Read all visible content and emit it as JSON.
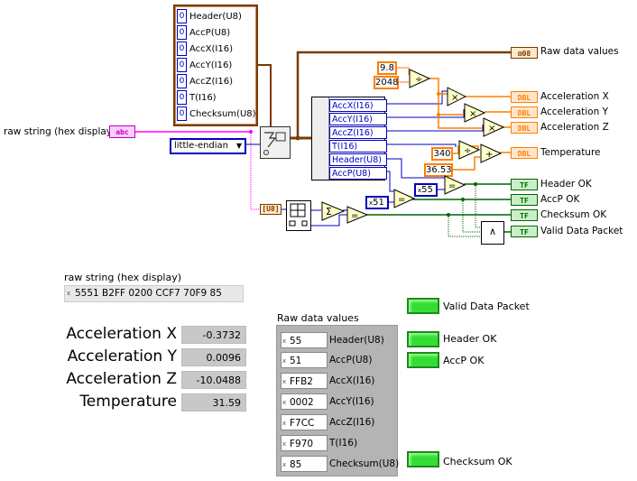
{
  "block_diagram": {
    "string_control_label": "raw string (hex display)",
    "string_terminal": "abc",
    "endian_ring": "little-endian",
    "raw_cluster_items": [
      {
        "value": "0",
        "label": "Header(U8)"
      },
      {
        "value": "0",
        "label": "AccP(U8)"
      },
      {
        "value": "0",
        "label": "AccX(I16)"
      },
      {
        "value": "0",
        "label": "AccY(I16)"
      },
      {
        "value": "0",
        "label": "AccZ(I16)"
      },
      {
        "value": "0",
        "label": "T(I16)"
      },
      {
        "value": "0",
        "label": "Checksum(U8)"
      }
    ],
    "unbundle_items": [
      "AccX(I16)",
      "AccY(I16)",
      "AccZ(I16)",
      "T(I16)",
      "Header(U8)",
      "AccP(U8)"
    ],
    "constants": {
      "g": "9.8",
      "scale": "2048",
      "t_div": "340",
      "t_off": "36.53",
      "header_const": "55",
      "accp_const": "51"
    },
    "terminals": {
      "raw_data_values": {
        "tag": "⊞08",
        "label": "Raw data values"
      },
      "acc_x": {
        "tag": "DBL",
        "label": "Acceleration X"
      },
      "acc_y": {
        "tag": "DBL",
        "label": "Acceleration Y"
      },
      "acc_z": {
        "tag": "DBL",
        "label": "Acceleration Z"
      },
      "temperature": {
        "tag": "DBL",
        "label": "Temperature"
      },
      "header_ok": {
        "tag": "TF",
        "label": "Header OK"
      },
      "accp_ok": {
        "tag": "TF",
        "label": "AccP OK"
      },
      "checksum_ok": {
        "tag": "TF",
        "label": "Checksum OK"
      },
      "valid_packet": {
        "tag": "TF",
        "label": "Valid Data Packet"
      }
    },
    "u8_terminal": "[U8]",
    "x_prefix": "x"
  },
  "front_panel": {
    "raw_string": {
      "label": "raw string (hex display)",
      "value": "5551 B2FF 0200 CCF7 70F9 85",
      "prefix": "x"
    },
    "indicators": [
      {
        "label": "Acceleration X",
        "value": "-0.3732"
      },
      {
        "label": "Acceleration Y",
        "value": "0.0096"
      },
      {
        "label": "Acceleration Z",
        "value": "-10.0488"
      },
      {
        "label": "Temperature",
        "value": "31.59"
      }
    ],
    "raw_values": {
      "label": "Raw data values",
      "rows": [
        {
          "value": "55",
          "name": "Header(U8)"
        },
        {
          "value": "51",
          "name": "AccP(U8)"
        },
        {
          "value": "FFB2",
          "name": "AccX(I16)"
        },
        {
          "value": "0002",
          "name": "AccY(I16)"
        },
        {
          "value": "F7CC",
          "name": "AccZ(I16)"
        },
        {
          "value": "F970",
          "name": "T(I16)"
        },
        {
          "value": "85",
          "name": "Checksum(U8)"
        }
      ],
      "prefix": "x"
    },
    "leds": [
      {
        "label": "Valid Data Packet",
        "state": true
      },
      {
        "label": "Header OK",
        "state": true
      },
      {
        "label": "AccP OK",
        "state": true
      },
      {
        "label": "Checksum OK",
        "state": true
      }
    ]
  },
  "colors": {
    "string_wire": "#ff00ff",
    "numeric_wire": "#0000c0",
    "double_wire": "#ff7e00",
    "bool_wire": "#006400",
    "cluster_wire": "#7a3a00",
    "led_on": "#33dd33"
  }
}
